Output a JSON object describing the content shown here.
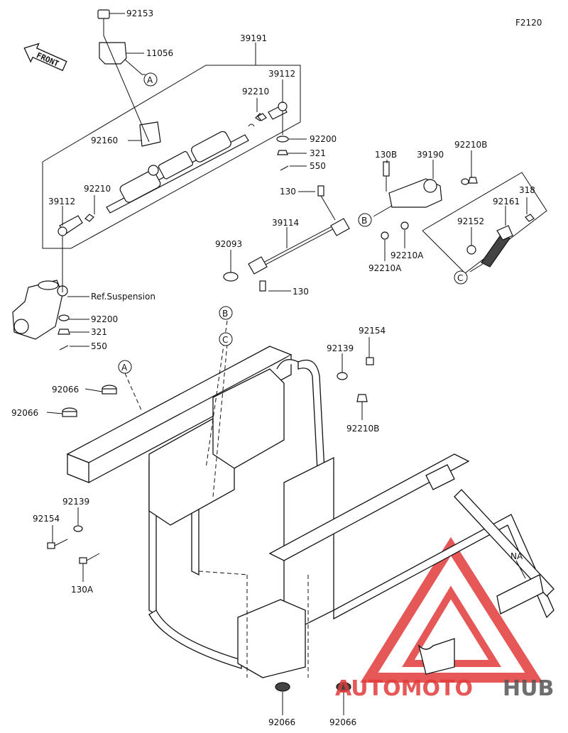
{
  "figure_code": "F2120",
  "front_label": "FRONT",
  "reference_text": "Ref.Suspension",
  "callout_letters": [
    "A",
    "B",
    "C"
  ],
  "part_labels": {
    "p92153": "92153",
    "p11056": "11056",
    "p39191": "39191",
    "p39112_top": "39112",
    "p92210_top": "92210",
    "p92160": "92160",
    "p92200_top": "92200",
    "p321_top": "321",
    "p550_top": "550",
    "p92210_left": "92210",
    "p39112_left": "39112",
    "p130B": "130B",
    "p39190": "39190",
    "p92210B_top": "92210B",
    "p130_top": "130",
    "p39114": "39114",
    "p318": "318",
    "p92161": "92161",
    "p92152": "92152",
    "p92210A_right": "92210A",
    "p92210A_left": "92210A",
    "p92093": "92093",
    "p130_mid": "130",
    "p92200_bottom": "92200",
    "p321_bottom": "321",
    "p550_bottom": "550",
    "p92154_right": "92154",
    "p92139_right": "92139",
    "p92210B_right": "92210B",
    "p92066_top": "92066",
    "p92066_left": "92066",
    "p92139_left": "92139",
    "p92154_left": "92154",
    "p130A": "130A",
    "pNA": "NA",
    "p92066_bottom_left": "92066",
    "p92066_bottom_right": "92066"
  },
  "watermark": {
    "brand_part1": "AUTOMOTO",
    "brand_part2": "HUB",
    "color_primary": "#e23b3b",
    "color_secondary": "#555555"
  }
}
